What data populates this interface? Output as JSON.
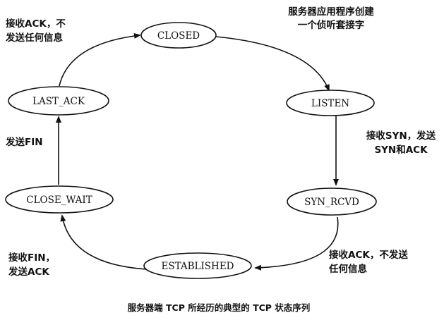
{
  "states": {
    "closed": "CLOSED",
    "listen": "LISTEN",
    "syn_rcvd": "SYN_RCVD",
    "established": "ESTABLISHED",
    "close_wait": "CLOSE_WAIT",
    "last_ack": "LAST_ACK"
  },
  "labels": {
    "create_socket_line1": "服务器应用程序创建",
    "create_socket_line2": "一个侦听套接字",
    "recv_syn_line1": "接收SYN，发送",
    "recv_syn_line2": "SYN和ACK",
    "recv_ack_established_line1": "接收ACK，不发送",
    "recv_ack_established_line2": "任何信息",
    "recv_fin_line1": "接收FIN，",
    "recv_fin_line2": "发送ACK",
    "send_fin": "发送FIN",
    "recv_ack_closed_line1": "接收ACK，不",
    "recv_ack_closed_line2": "发送任何信息"
  },
  "caption": "服务器端 TCP 所经历的典型的 TCP 状态序列",
  "colors": {
    "line": "#111111",
    "background": "#ffffff"
  }
}
